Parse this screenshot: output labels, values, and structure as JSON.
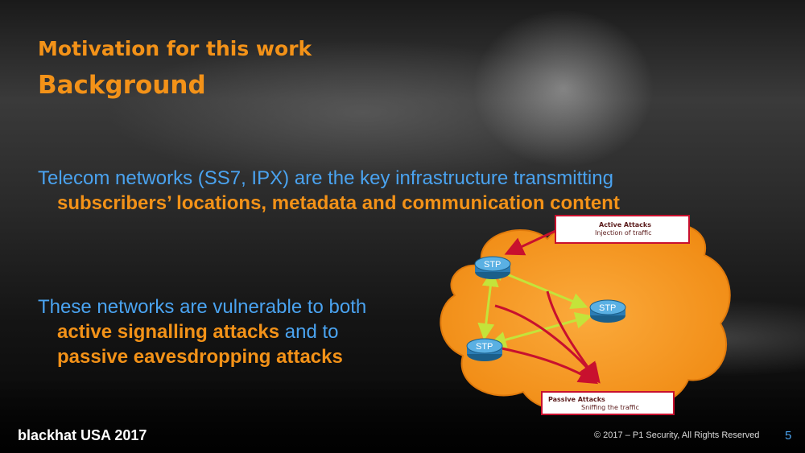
{
  "slide": {
    "subtitle": "Motivation for this work",
    "title": "Background"
  },
  "content": {
    "p1_line1": "Telecom networks (SS7, IPX) are the key infrastructure transmitting",
    "p1_line2": "subscribers’ locations, metadata and communication content",
    "p2_line1": "These networks are vulnerable to both",
    "p2_hl1": "active signalling attacks",
    "p2_mid": " and to",
    "p2_hl2": "passive eavesdropping attacks"
  },
  "diagram": {
    "active_title": "Active Attacks",
    "active_sub": "Injection of traffic",
    "passive_title": "Passive Attacks",
    "passive_sub": "Sniffing the traffic",
    "node_label": "STP",
    "colors": {
      "cloud": "#f7941d",
      "cloud_edge": "#e07a0c",
      "link": "#c4e33a",
      "attack": "#c8102e"
    }
  },
  "footer": {
    "brand": "blackhat USA 2017",
    "copyright": "© 2017 – P1 Security, All Rights Reserved",
    "page": "5"
  }
}
